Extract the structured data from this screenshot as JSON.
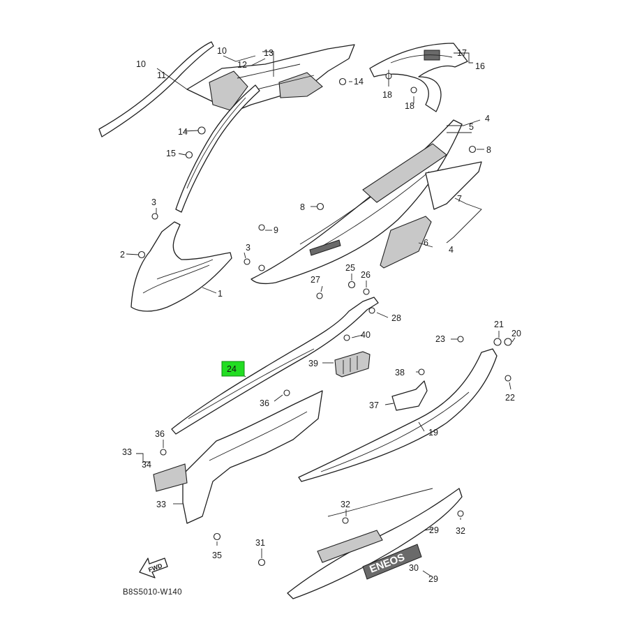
{
  "diagram_code": "B8S5010-W140",
  "direction_arrow_label": "FWD",
  "emblem_text": "ENEOS",
  "highlighted_callout": "24",
  "highlight_color": "#22dd22",
  "callouts": {
    "c1": "1",
    "c2": "2",
    "c3": "3",
    "c4a": "4",
    "c4b": "4",
    "c5": "5",
    "c6": "6",
    "c7": "7",
    "c8a": "8",
    "c8b": "8",
    "c9": "9",
    "c10a": "10",
    "c10b": "10",
    "c11": "11",
    "c12": "12",
    "c13": "13",
    "c14a": "14",
    "c14b": "14",
    "c15": "15",
    "c16": "16",
    "c17": "17",
    "c18a": "18",
    "c18b": "18",
    "c19": "19",
    "c20": "20",
    "c21": "21",
    "c22": "22",
    "c23": "23",
    "c25": "25",
    "c26": "26",
    "c27": "27",
    "c28": "28",
    "c29a": "29",
    "c29b": "29",
    "c30": "30",
    "c31": "31",
    "c32a": "32",
    "c32b": "32",
    "c33a": "33",
    "c33b": "33",
    "c34": "34",
    "c35": "35",
    "c36a": "36",
    "c36b": "36",
    "c37": "37",
    "c38": "38",
    "c39": "39",
    "c40": "40"
  }
}
